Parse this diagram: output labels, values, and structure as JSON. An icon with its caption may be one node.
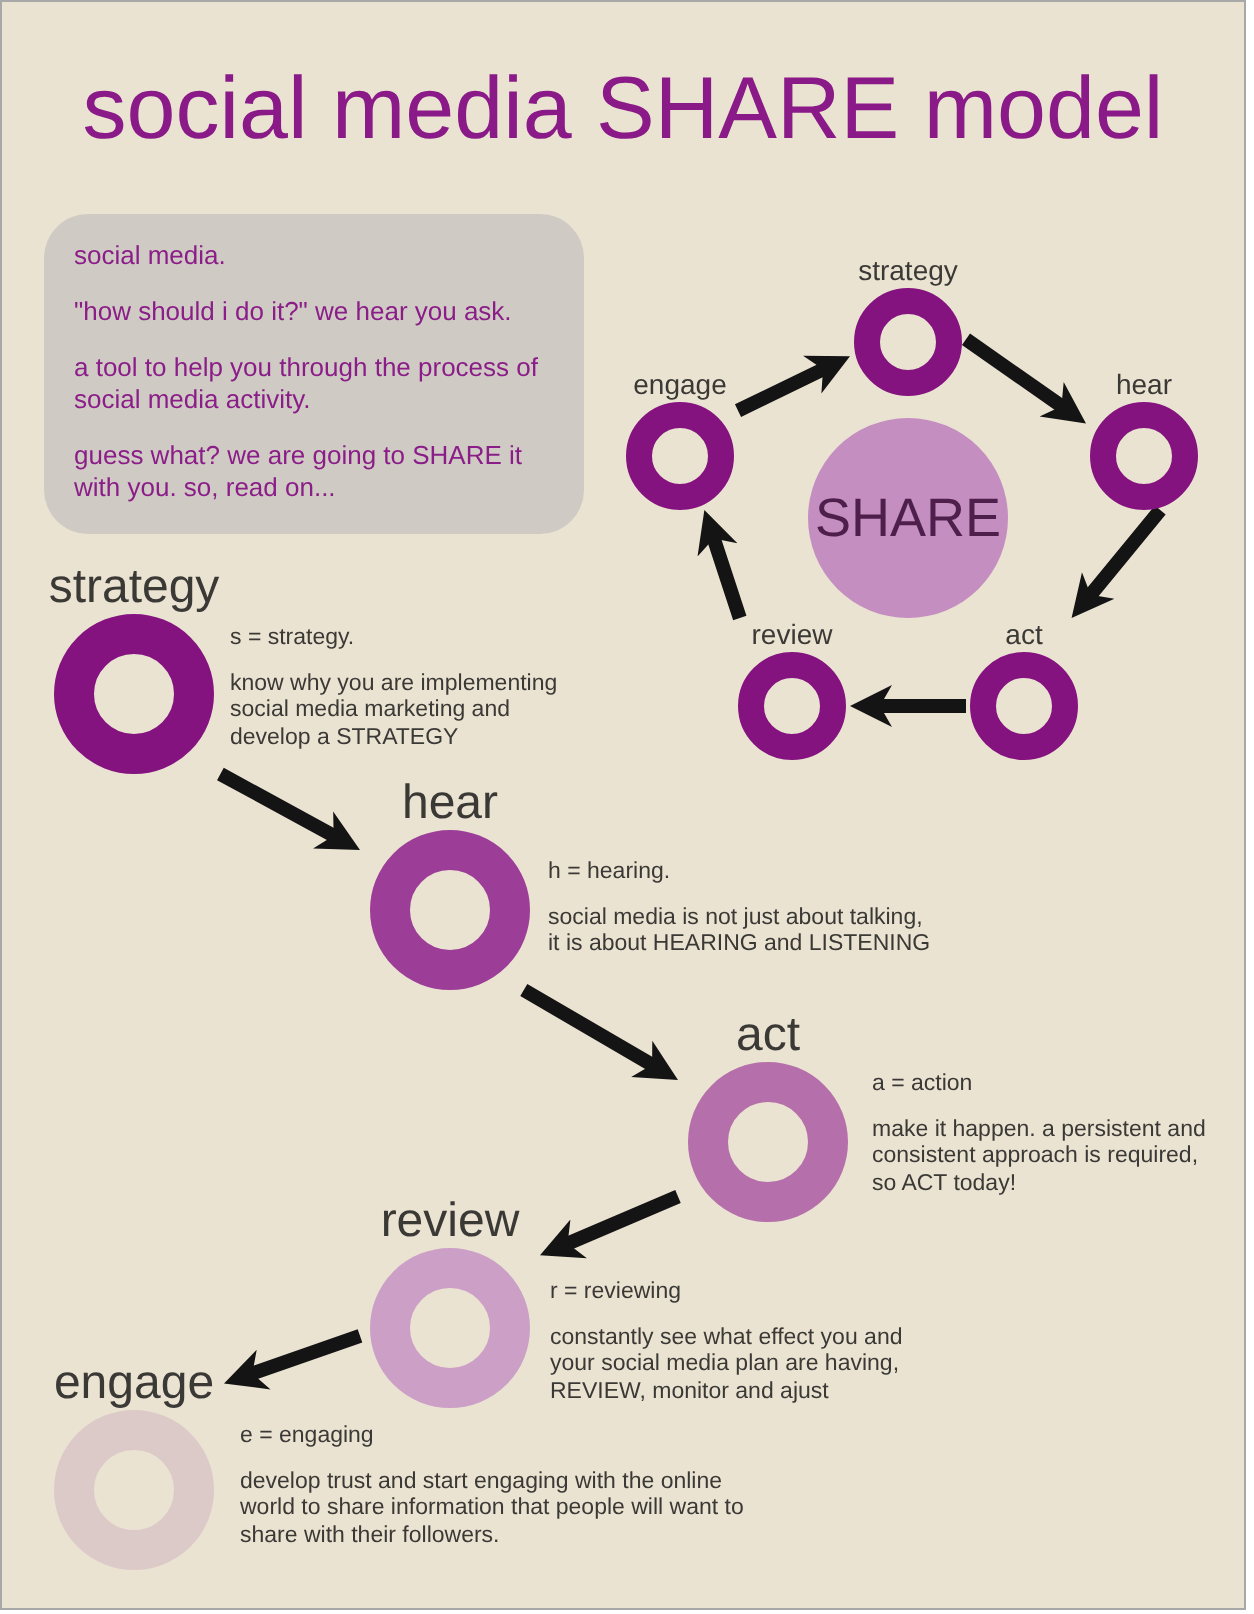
{
  "diagram": {
    "title": "social media SHARE model",
    "nodes": [
      {
        "text": [
          "social media.",
          "\"how should i do it?\" we hear you ask.",
          "a tool to help you through the process of social media activity.",
          "guess what? we are going to SHARE it with you. so, read on..."
        ]
      },
      {
        "text": [
          "strategy"
        ]
      },
      {
        "text": [
          "engage"
        ]
      },
      {
        "text": [
          "hear"
        ]
      },
      {
        "text": [
          "SHARE"
        ]
      },
      {
        "text": [
          "review"
        ]
      },
      {
        "text": [
          "act"
        ]
      },
      {
        "text": [
          "strategy"
        ],
        "beside": [
          "s = strategy.",
          "know why you are implementing social media marketing and develop a STRATEGY"
        ]
      },
      {
        "text": [
          "hear"
        ],
        "beside": [
          "h = hearing.",
          "social media is not just about talking, it is about HEARING and LISTENING"
        ]
      },
      {
        "text": [
          "act"
        ],
        "beside": [
          "a = action",
          "make it happen. a persistent and consistent approach is required, so ACT today!"
        ]
      },
      {
        "text": [
          "review"
        ],
        "beside": [
          "r = reviewing",
          "constantly see what effect you and your social media plan are having, REVIEW, monitor and ajust"
        ]
      },
      {
        "text": [
          "engage"
        ],
        "beside": [
          "e = engaging",
          "develop trust and start engaging with the online world to share information that people will want to share with their followers."
        ]
      }
    ],
    "edges": [
      {
        "from": 2,
        "to": 1,
        "arrow": "to"
      },
      {
        "from": 1,
        "to": 3,
        "arrow": "to"
      },
      {
        "from": 3,
        "to": 6,
        "arrow": "to"
      },
      {
        "from": 6,
        "to": 5,
        "arrow": "to"
      },
      {
        "from": 5,
        "to": 2,
        "arrow": "to"
      },
      {
        "from": 7,
        "to": 8,
        "arrow": "to"
      },
      {
        "from": 8,
        "to": 9,
        "arrow": "to"
      },
      {
        "from": 9,
        "to": 10,
        "arrow": "to"
      },
      {
        "from": 10,
        "to": 11,
        "arrow": "to"
      }
    ]
  }
}
